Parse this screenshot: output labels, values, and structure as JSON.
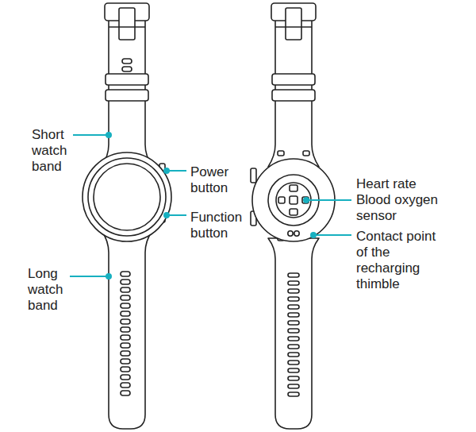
{
  "diagram": {
    "labels": [
      "Short watch band",
      "Power button",
      "Function button",
      "Long watch band",
      "Heart rate Blood oxygen sensor",
      "Contact point of the recharging thimble"
    ]
  }
}
